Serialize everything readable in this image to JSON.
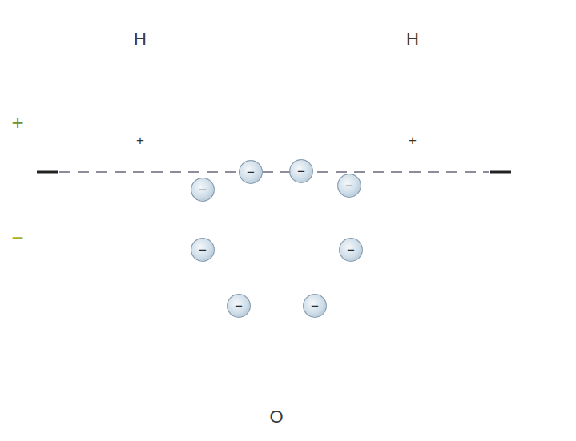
{
  "diagram": {
    "nodes": [
      {
        "text": [
          "H",
          "+"
        ]
      },
      {
        "text": [
          "H",
          "+"
        ]
      },
      {
        "text": [
          "O",
          "−",
          "−",
          "−",
          "−",
          "−",
          "−",
          "−",
          "−"
        ]
      }
    ],
    "labels": [
      "+",
      "−"
    ]
  }
}
